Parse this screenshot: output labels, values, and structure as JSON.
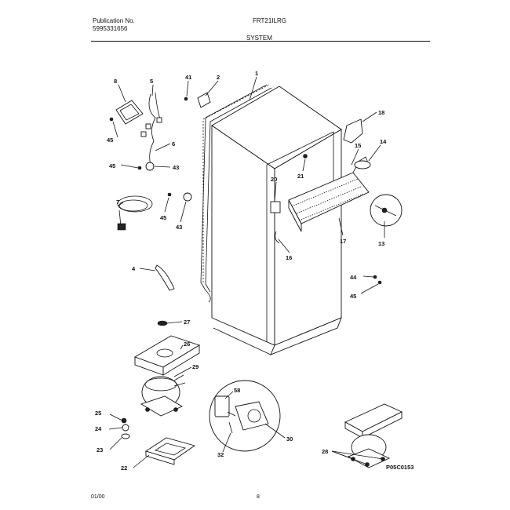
{
  "header": {
    "publication_label": "Publication No.",
    "publication_number": "5995331656",
    "model": "FRT21ILRG",
    "section": "SYSTEM"
  },
  "footer": {
    "date": "01/00",
    "page": "8"
  },
  "diagram_id": "P05C0153",
  "callouts": [
    "1",
    "2",
    "4",
    "5",
    "6",
    "7",
    "8",
    "13",
    "14",
    "15",
    "16",
    "16",
    "17",
    "18",
    "20",
    "21",
    "22",
    "23",
    "24",
    "25",
    "26",
    "27",
    "28",
    "29",
    "30",
    "32",
    "41",
    "43",
    "43",
    "44",
    "45",
    "45",
    "45",
    "45",
    "58"
  ]
}
